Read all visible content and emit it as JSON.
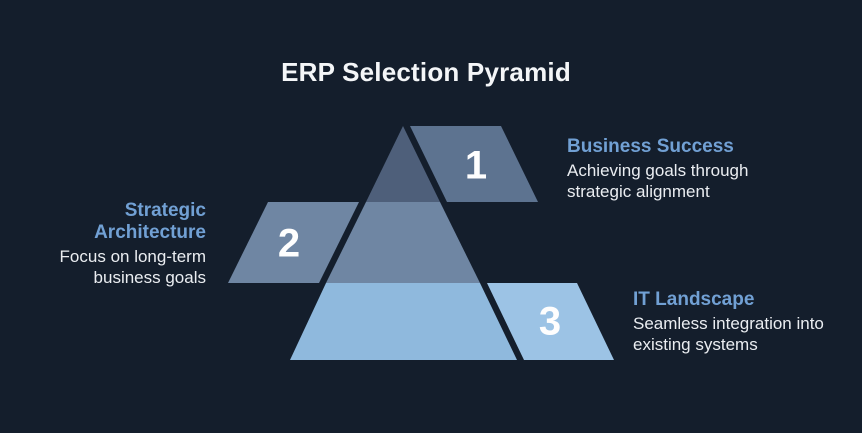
{
  "title": "ERP Selection Pyramid",
  "colors": {
    "background": "#141e2c",
    "band1": "#4e5f7a",
    "band2": "#6f86a3",
    "band3": "#8fb9dd",
    "para1": "#5d7390",
    "para2": "#6f86a3",
    "para3": "#9cc3e5",
    "title_color": "#f4f6f8",
    "heading_color": "#71a0d4",
    "body_color": "#eaedf1",
    "number_color": "#fefefe"
  },
  "levels": [
    {
      "number": "1",
      "name_lines": [
        "Business Success"
      ],
      "desc_lines": [
        "Achieving goals through",
        "strategic alignment"
      ]
    },
    {
      "number": "2",
      "name_lines": [
        "Strategic",
        "Architecture"
      ],
      "desc_lines": [
        "Focus on long-term",
        "business goals"
      ]
    },
    {
      "number": "3",
      "name_lines": [
        "IT Landscape"
      ],
      "desc_lines": [
        "Seamless integration into",
        "existing systems"
      ]
    }
  ]
}
